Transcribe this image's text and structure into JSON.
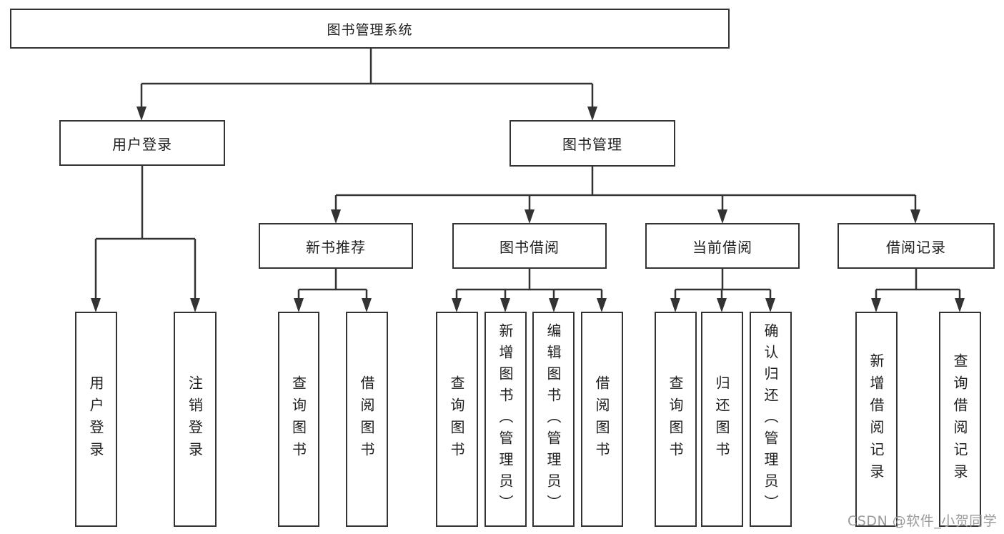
{
  "diagram": {
    "title": "图书管理系统",
    "type": "hierarchy-tree",
    "colors": {
      "line": "#333333",
      "box_border": "#333333",
      "box_background": "#ffffff",
      "text": "#1f1f1f",
      "watermark": "#9b9b9b"
    },
    "nodes": {
      "root": {
        "label": "图书管理系统"
      },
      "user_login": {
        "label": "用户登录"
      },
      "book_mgmt": {
        "label": "图书管理"
      },
      "new_book_rec": {
        "label": "新书推荐"
      },
      "book_borrow": {
        "label": "图书借阅"
      },
      "current_borrow": {
        "label": "当前借阅"
      },
      "borrow_records": {
        "label": "借阅记录"
      },
      "leaf_user_login": {
        "label": "用户登录"
      },
      "leaf_logout": {
        "label": "注销登录"
      },
      "leaf_nbr_query": {
        "label": "查询图书"
      },
      "leaf_nbr_borrow": {
        "label": "借阅图书"
      },
      "leaf_bb_query": {
        "label": "查询图书"
      },
      "leaf_bb_add": {
        "label": "新增图书（管理员）"
      },
      "leaf_bb_edit": {
        "label": "编辑图书（管理员）"
      },
      "leaf_bb_borrow": {
        "label": "借阅图书"
      },
      "leaf_cb_query": {
        "label": "查询图书"
      },
      "leaf_cb_return": {
        "label": "归还图书"
      },
      "leaf_cb_confirm": {
        "label": "确认归还（管理员）"
      },
      "leaf_br_add": {
        "label": "新增借阅记录"
      },
      "leaf_br_query": {
        "label": "查询借阅记录"
      }
    },
    "edges": [
      [
        "root",
        "user_login"
      ],
      [
        "root",
        "book_mgmt"
      ],
      [
        "user_login",
        "leaf_user_login"
      ],
      [
        "user_login",
        "leaf_logout"
      ],
      [
        "book_mgmt",
        "new_book_rec"
      ],
      [
        "book_mgmt",
        "book_borrow"
      ],
      [
        "book_mgmt",
        "current_borrow"
      ],
      [
        "book_mgmt",
        "borrow_records"
      ],
      [
        "new_book_rec",
        "leaf_nbr_query"
      ],
      [
        "new_book_rec",
        "leaf_nbr_borrow"
      ],
      [
        "book_borrow",
        "leaf_bb_query"
      ],
      [
        "book_borrow",
        "leaf_bb_add"
      ],
      [
        "book_borrow",
        "leaf_bb_edit"
      ],
      [
        "book_borrow",
        "leaf_bb_borrow"
      ],
      [
        "current_borrow",
        "leaf_cb_query"
      ],
      [
        "current_borrow",
        "leaf_cb_return"
      ],
      [
        "current_borrow",
        "leaf_cb_confirm"
      ],
      [
        "borrow_records",
        "leaf_br_add"
      ],
      [
        "borrow_records",
        "leaf_br_query"
      ]
    ],
    "watermark": "CSDN @软件_小贺同学"
  }
}
